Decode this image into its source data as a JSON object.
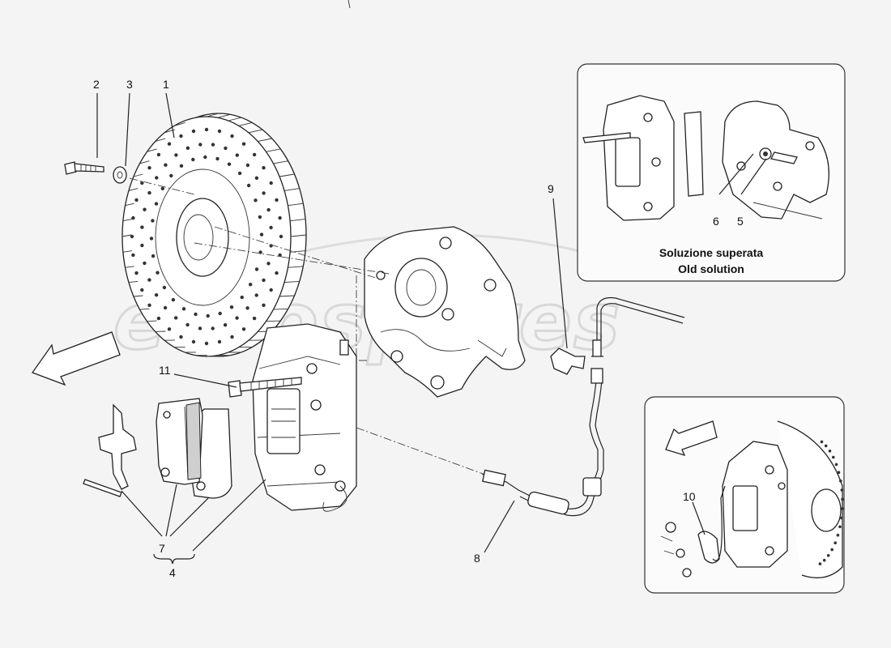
{
  "watermark": "eurospares",
  "callouts": {
    "c1": "1",
    "c2": "2",
    "c3": "3",
    "c4": "4",
    "c5": "5",
    "c6": "6",
    "c7": "7",
    "c8": "8",
    "c9": "9",
    "c10": "10",
    "c11": "11"
  },
  "inset_old": {
    "caption_line1": "Soluzione superata",
    "caption_line2": "Old solution"
  }
}
